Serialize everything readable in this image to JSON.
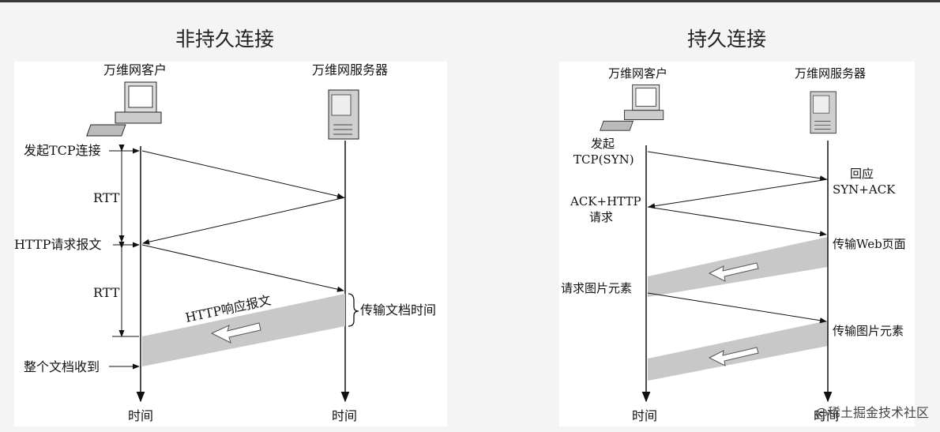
{
  "left": {
    "title": "非持久连接",
    "client_label": "万维网客户",
    "server_label": "万维网服务器",
    "start_tcp": "发起TCP连接",
    "rtt1": "RTT",
    "http_request": "HTTP请求报文",
    "rtt2": "RTT",
    "http_response": "HTTP响应报文",
    "transfer_time": "传输文档时间",
    "doc_received": "整个文档收到",
    "time_left": "时间",
    "time_right": "时间"
  },
  "right": {
    "title": "持久连接",
    "client_label": "万维网客户",
    "server_label": "万维网服务器",
    "start_line1": "发起",
    "start_line2": "TCP(SYN)",
    "reply_line1": "回应",
    "reply_line2": "SYN+ACK",
    "ack_line1": "ACK+HTTP",
    "ack_line2": "请求",
    "transfer_web": "传输Web页面",
    "request_image": "请求图片元素",
    "transfer_image": "传输图片元素",
    "time_left": "时间",
    "time_right": "时间"
  },
  "watermark": "@稀土掘金技术社区"
}
